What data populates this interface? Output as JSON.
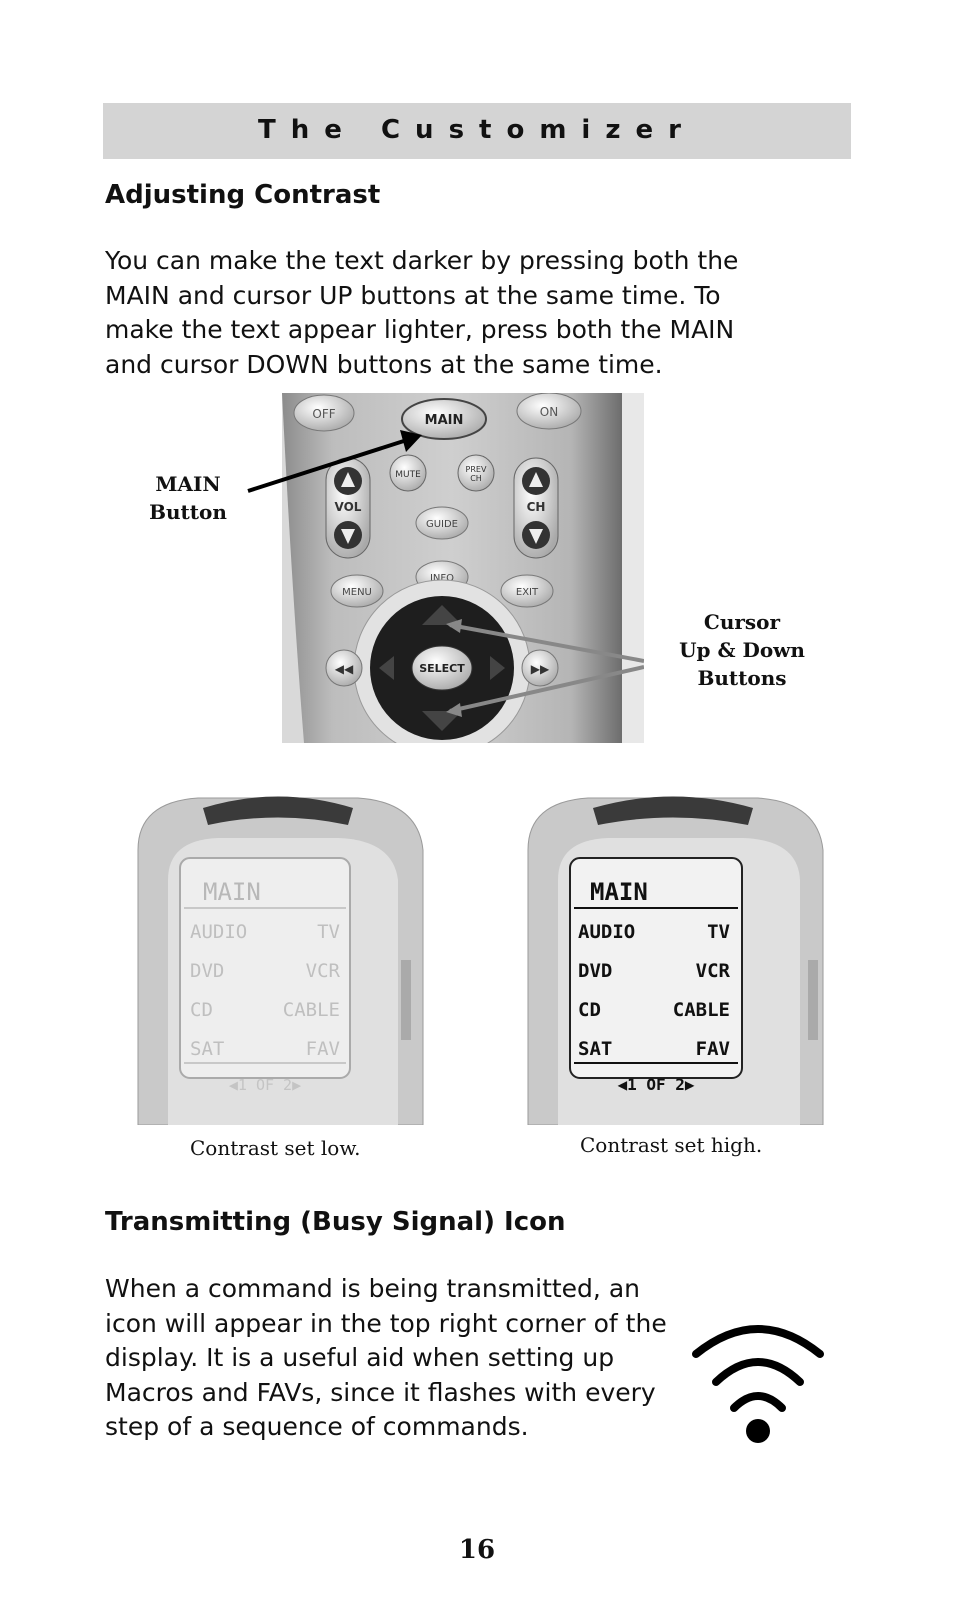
{
  "header": {
    "title": "The Customizer"
  },
  "section1": {
    "heading": "Adjusting Contrast",
    "paragraph": "You can make the text darker by pressing both the MAIN and cursor UP buttons at the same time. To make the text appear lighter, press both the MAIN and cursor DOWN buttons at the same time."
  },
  "remote": {
    "buttons": {
      "off": "OFF",
      "main": "MAIN",
      "on": "ON",
      "mute": "MUTE",
      "prev_ch_1": "PREV",
      "prev_ch_2": "CH",
      "vol": "VOL",
      "ch": "CH",
      "guide": "GUIDE",
      "info": "INFO",
      "menu": "MENU",
      "exit": "EXIT",
      "select": "SELECT"
    },
    "callout_main_1": "MAIN",
    "callout_main_2": "Button",
    "callout_cursor_1": "Cursor",
    "callout_cursor_2": "Up & Down",
    "callout_cursor_3": "Buttons"
  },
  "screens": {
    "low": {
      "title": "MAIN",
      "rows": [
        [
          "AUDIO",
          "TV"
        ],
        [
          "DVD",
          "VCR"
        ],
        [
          "CD",
          "CABLE"
        ],
        [
          "SAT",
          "FAV"
        ]
      ],
      "footer": "◀1 OF 2▶",
      "caption": "Contrast set low."
    },
    "high": {
      "title": "MAIN",
      "rows": [
        [
          "AUDIO",
          "TV"
        ],
        [
          "DVD",
          "VCR"
        ],
        [
          "CD",
          "CABLE"
        ],
        [
          "SAT",
          "FAV"
        ]
      ],
      "footer": "◀1 OF 2▶",
      "caption": "Contrast set high."
    }
  },
  "section2": {
    "heading": "Transmitting (Busy Signal) Icon",
    "lines": [
      "When a command is being transmitted, an",
      "icon will appear in the top right corner of the",
      "display. It is a useful aid when setting up",
      "Macros and FAVs, since it flashes with every",
      "step of a sequence of commands."
    ]
  },
  "page_number": "16"
}
